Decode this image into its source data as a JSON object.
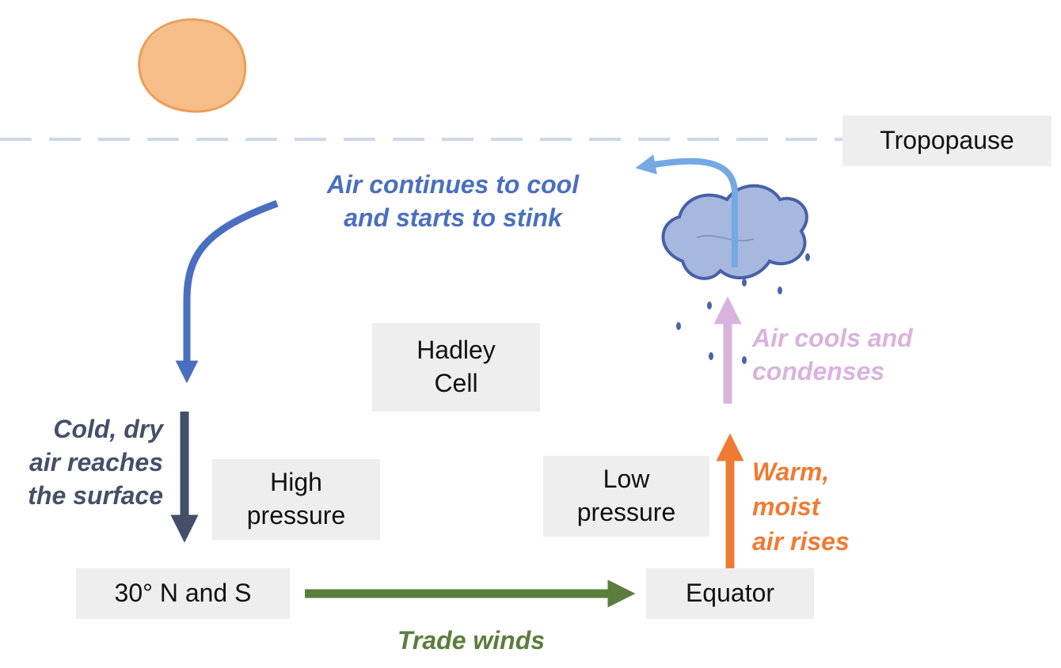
{
  "labels": {
    "tropopause": "Tropopause",
    "hadley_cell": [
      "Hadley",
      "Cell"
    ],
    "high_pressure": [
      "High",
      "pressure"
    ],
    "low_pressure": [
      "Low",
      "pressure"
    ],
    "latitude_30": "30° N and S",
    "equator": "Equator"
  },
  "annotations": {
    "sinking": [
      "Air continues to cool",
      "and starts to stink"
    ],
    "surface": [
      "Cold, dry",
      "air reaches",
      "the surface"
    ],
    "condenses": [
      "Air cools and",
      "condenses"
    ],
    "rises": [
      "Warm,",
      "moist",
      "air rises"
    ],
    "trade_winds": "Trade winds"
  },
  "colors": {
    "blue_arrow": "#4a6fc1",
    "dark_arrow": "#44506a",
    "green_arrow": "#5b7e3c",
    "orange_arrow": "#ef7b33",
    "lilac_arrow": "#d9b3de",
    "light_blue_arrow": "#74a9e3",
    "sun": "#f5be88",
    "cloud": "#a7b8de",
    "tropopause_line": "#cfd8ea"
  },
  "icons": [
    "sun-icon",
    "rain-cloud-icon"
  ]
}
